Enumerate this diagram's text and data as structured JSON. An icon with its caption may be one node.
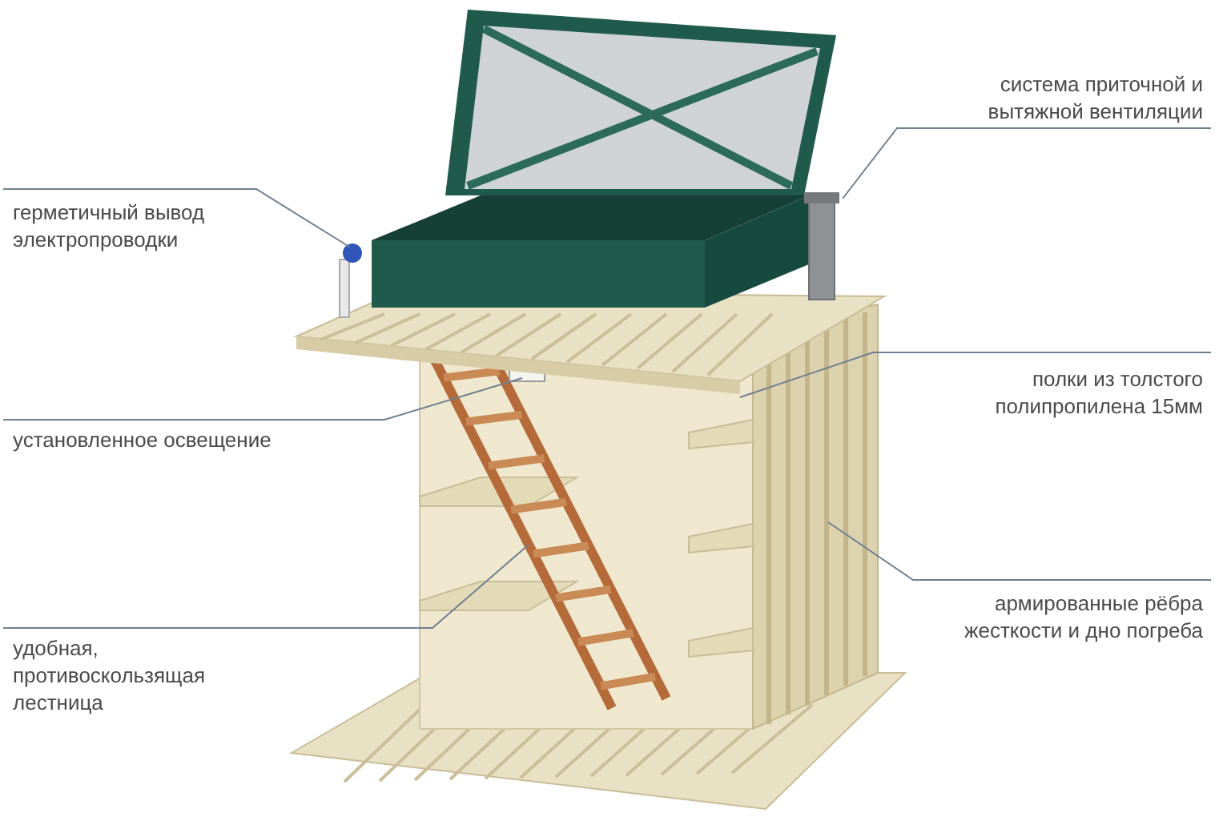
{
  "diagram": {
    "nodes": [
      {
        "text": [
          "система приточной и вытяжной вентиляции"
        ]
      },
      {
        "text": [
          "герметичный вывод электропроводки"
        ]
      },
      {
        "text": [
          "полки из толстого полипропилена 15мм"
        ]
      },
      {
        "text": [
          "установленное освещение"
        ]
      },
      {
        "text": [
          "армированные рёбра жесткости и дно погреба"
        ]
      },
      {
        "text": [
          "удобная, противоскользящая лестница"
        ]
      }
    ],
    "edges": [
      {
        "from": 0,
        "to": null,
        "arrow": "none"
      },
      {
        "from": 1,
        "to": null,
        "arrow": "none"
      },
      {
        "from": 2,
        "to": null,
        "arrow": "none"
      },
      {
        "from": 3,
        "to": null,
        "arrow": "none"
      },
      {
        "from": 4,
        "to": null,
        "arrow": "none"
      },
      {
        "from": 5,
        "to": null,
        "arrow": "none"
      }
    ]
  }
}
